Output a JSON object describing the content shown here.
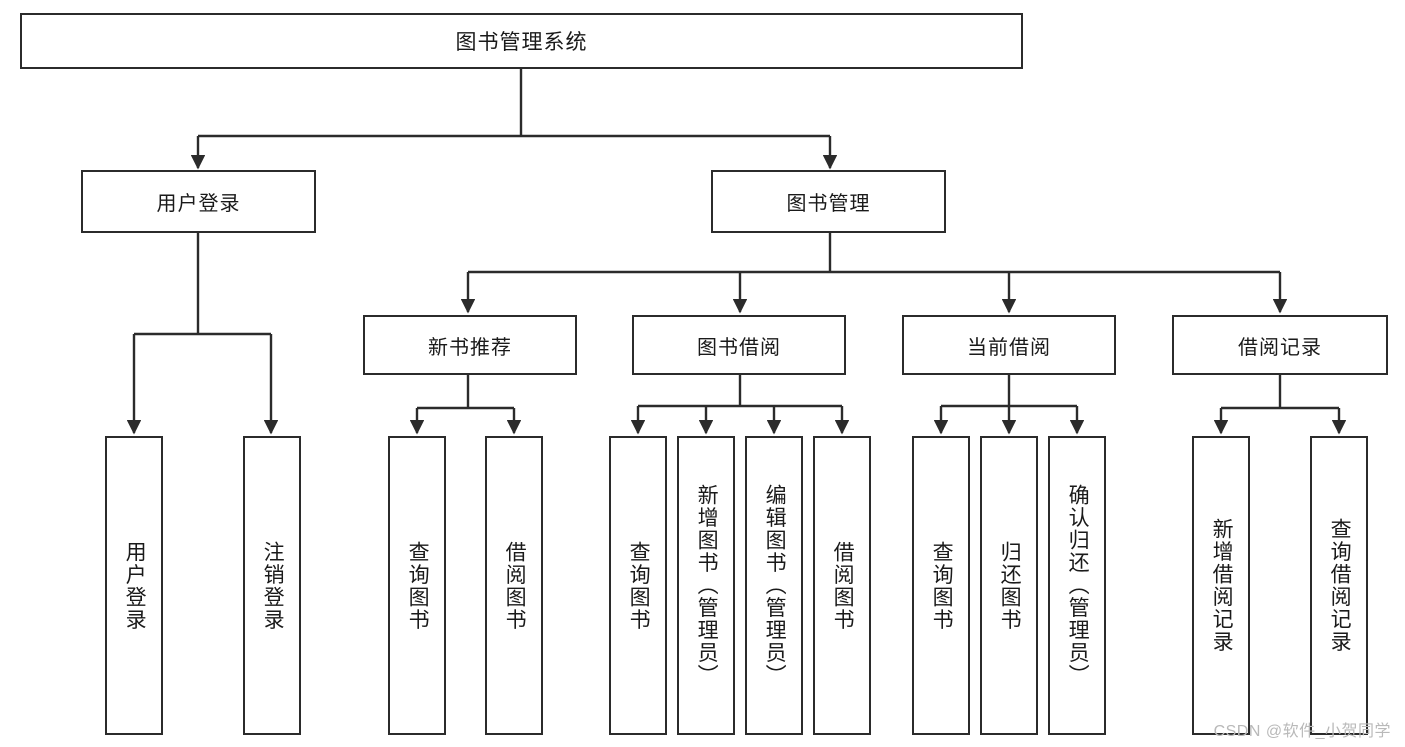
{
  "diagram": {
    "title": "图书管理系统",
    "type": "tree-hierarchy-chart",
    "watermark": "CSDN @软件_小贺同学",
    "colors": {
      "node_border": "#2b2b2b",
      "node_fill": "#ffffff",
      "edge": "#2b2b2b",
      "text": "#1a1a1a",
      "watermark": "#b9b9b9",
      "background": "#ffffff"
    },
    "root": {
      "label": "图书管理系统"
    },
    "level1": [
      {
        "label": "用户登录"
      },
      {
        "label": "图书管理"
      }
    ],
    "level2": [
      {
        "label": "新书推荐"
      },
      {
        "label": "图书借阅"
      },
      {
        "label": "当前借阅"
      },
      {
        "label": "借阅记录"
      }
    ],
    "leaves": {
      "user_login": [
        {
          "label": "用户登录"
        },
        {
          "label": "注销登录"
        }
      ],
      "new_book_recommend": [
        {
          "label": "查询图书"
        },
        {
          "label": "借阅图书"
        }
      ],
      "book_borrow": [
        {
          "label": "查询图书"
        },
        {
          "label": "新增图书（管理员）"
        },
        {
          "label": "编辑图书（管理员）"
        },
        {
          "label": "借阅图书"
        }
      ],
      "current_borrow": [
        {
          "label": "查询图书"
        },
        {
          "label": "归还图书"
        },
        {
          "label": "确认归还（管理员）"
        }
      ],
      "borrow_record": [
        {
          "label": "新增借阅记录"
        },
        {
          "label": "查询借阅记录"
        }
      ]
    }
  }
}
